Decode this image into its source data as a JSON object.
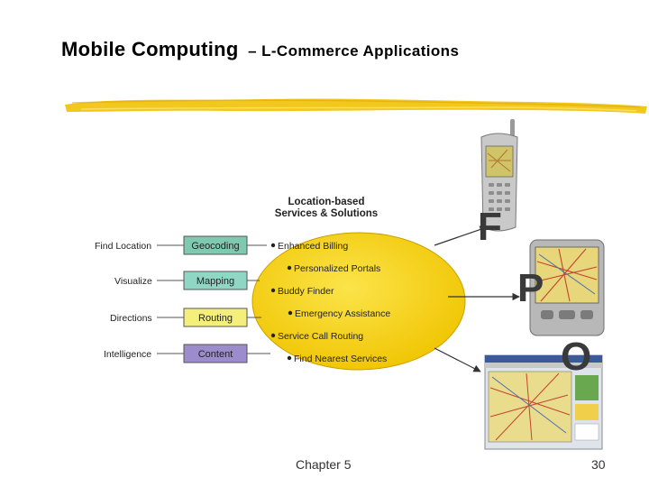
{
  "slide": {
    "title_main": "Mobile Computing",
    "title_sub": "– L-Commerce Applications",
    "footer_chapter": "Chapter 5",
    "footer_page": "30"
  },
  "diagram": {
    "ellipse_title_line1": "Location-based",
    "ellipse_title_line2": "Services & Solutions",
    "rows": [
      {
        "label": "Find Location",
        "box": "Geocoding",
        "color": "#7fc9b0"
      },
      {
        "label": "Visualize",
        "box": "Mapping",
        "color": "#8fd6c4"
      },
      {
        "label": "Directions",
        "box": "Routing",
        "color": "#f3ef7a"
      },
      {
        "label": "Intelligence",
        "box": "Content",
        "color": "#9d8ccc"
      }
    ],
    "services": [
      "Enhanced Billing",
      "Personalized Portals",
      "Buddy Finder",
      "Emergency Assistance",
      "Service Call Routing",
      "Find Nearest Services"
    ],
    "devices": [
      "F",
      "P",
      "O"
    ],
    "ellipse_color": "#f5d21c"
  }
}
